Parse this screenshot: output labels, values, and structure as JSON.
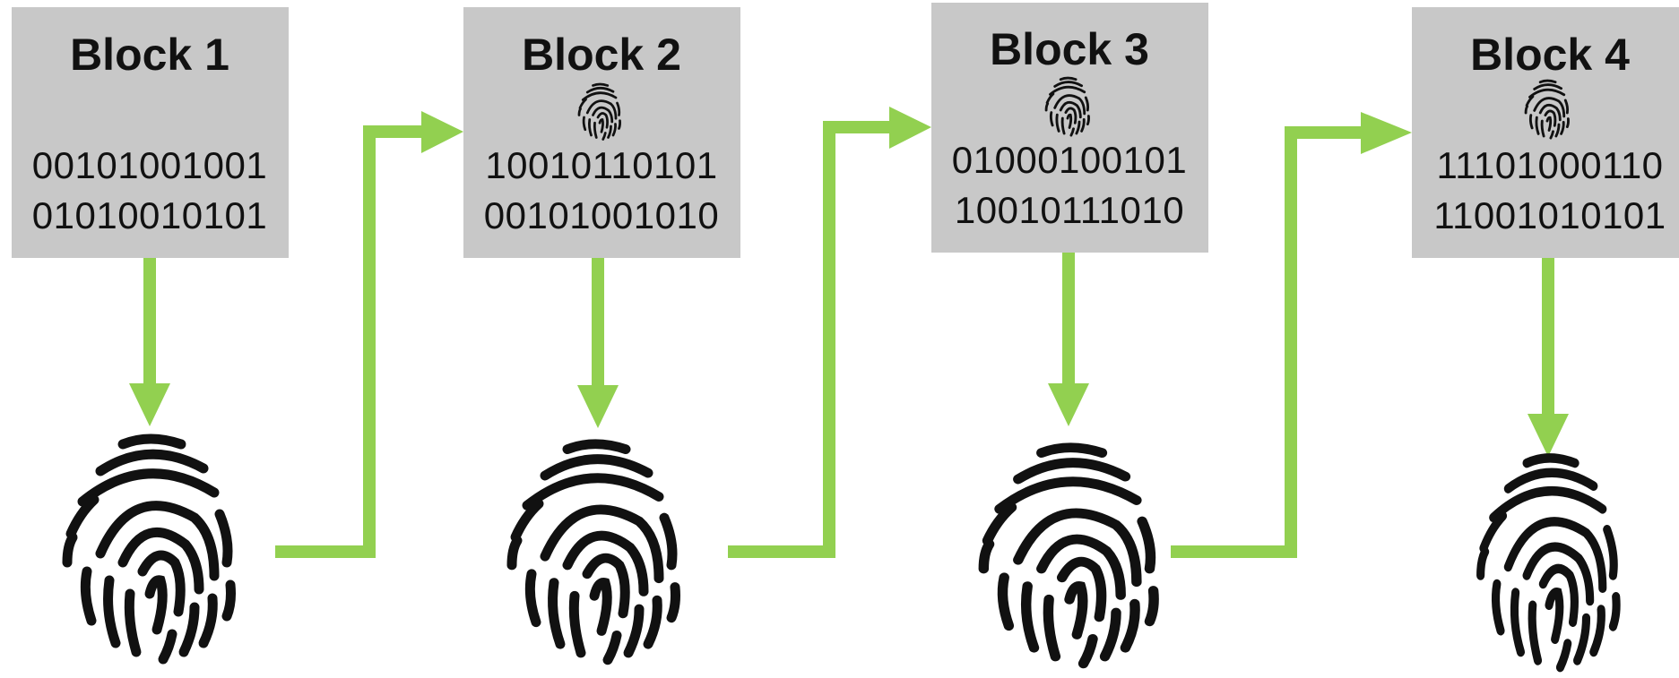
{
  "colors": {
    "arrow": "#92D050",
    "block_fill": "#C8C8C8",
    "ink": "#111111",
    "background": "#FFFFFF"
  },
  "blocks": [
    {
      "title": "Block 1",
      "lines": [
        "00101001001",
        "01010010101"
      ],
      "has_prev_hash_icon": false,
      "icon": "fingerprint-icon"
    },
    {
      "title": "Block 2",
      "lines": [
        "10010110101",
        "00101001010"
      ],
      "has_prev_hash_icon": true,
      "icon": "fingerprint-icon"
    },
    {
      "title": "Block 3",
      "lines": [
        "01000100101",
        "10010111010"
      ],
      "has_prev_hash_icon": true,
      "icon": "fingerprint-icon"
    },
    {
      "title": "Block 4",
      "lines": [
        "11101000110",
        "11001010101"
      ],
      "has_prev_hash_icon": true,
      "icon": "fingerprint-icon"
    }
  ]
}
